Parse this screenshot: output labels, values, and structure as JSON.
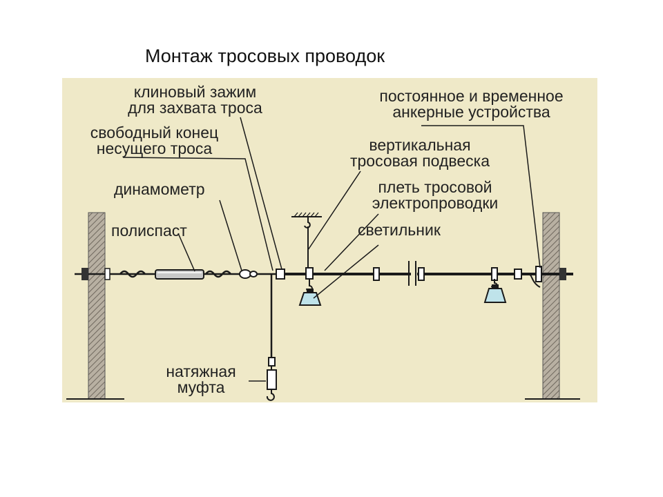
{
  "title": "Монтаж тросовых проводок",
  "labels": {
    "wedge_clamp": [
      "клиновый зажим",
      "для захвата троса"
    ],
    "free_end": [
      "свободный конец",
      "несущего троса"
    ],
    "dynamometer": "динамометр",
    "pulley_block": "полиспаст",
    "tension_coupling": [
      "натяжная",
      "муфта"
    ],
    "anchors": [
      "постоянное и временное",
      "анкерные устройства"
    ],
    "vertical_suspension": [
      "вертикальная",
      "тросовая подвеска"
    ],
    "cable_bundle": [
      "плеть тросовой",
      "электропроводки"
    ],
    "lamp": "светильник"
  },
  "colors": {
    "panel": "#efe9c8",
    "line": "#1a1a1a",
    "wall_hatch": "#8a8378",
    "lamp_fill": "#bfe3ea",
    "polispast_fill": "#c8c8c8"
  }
}
